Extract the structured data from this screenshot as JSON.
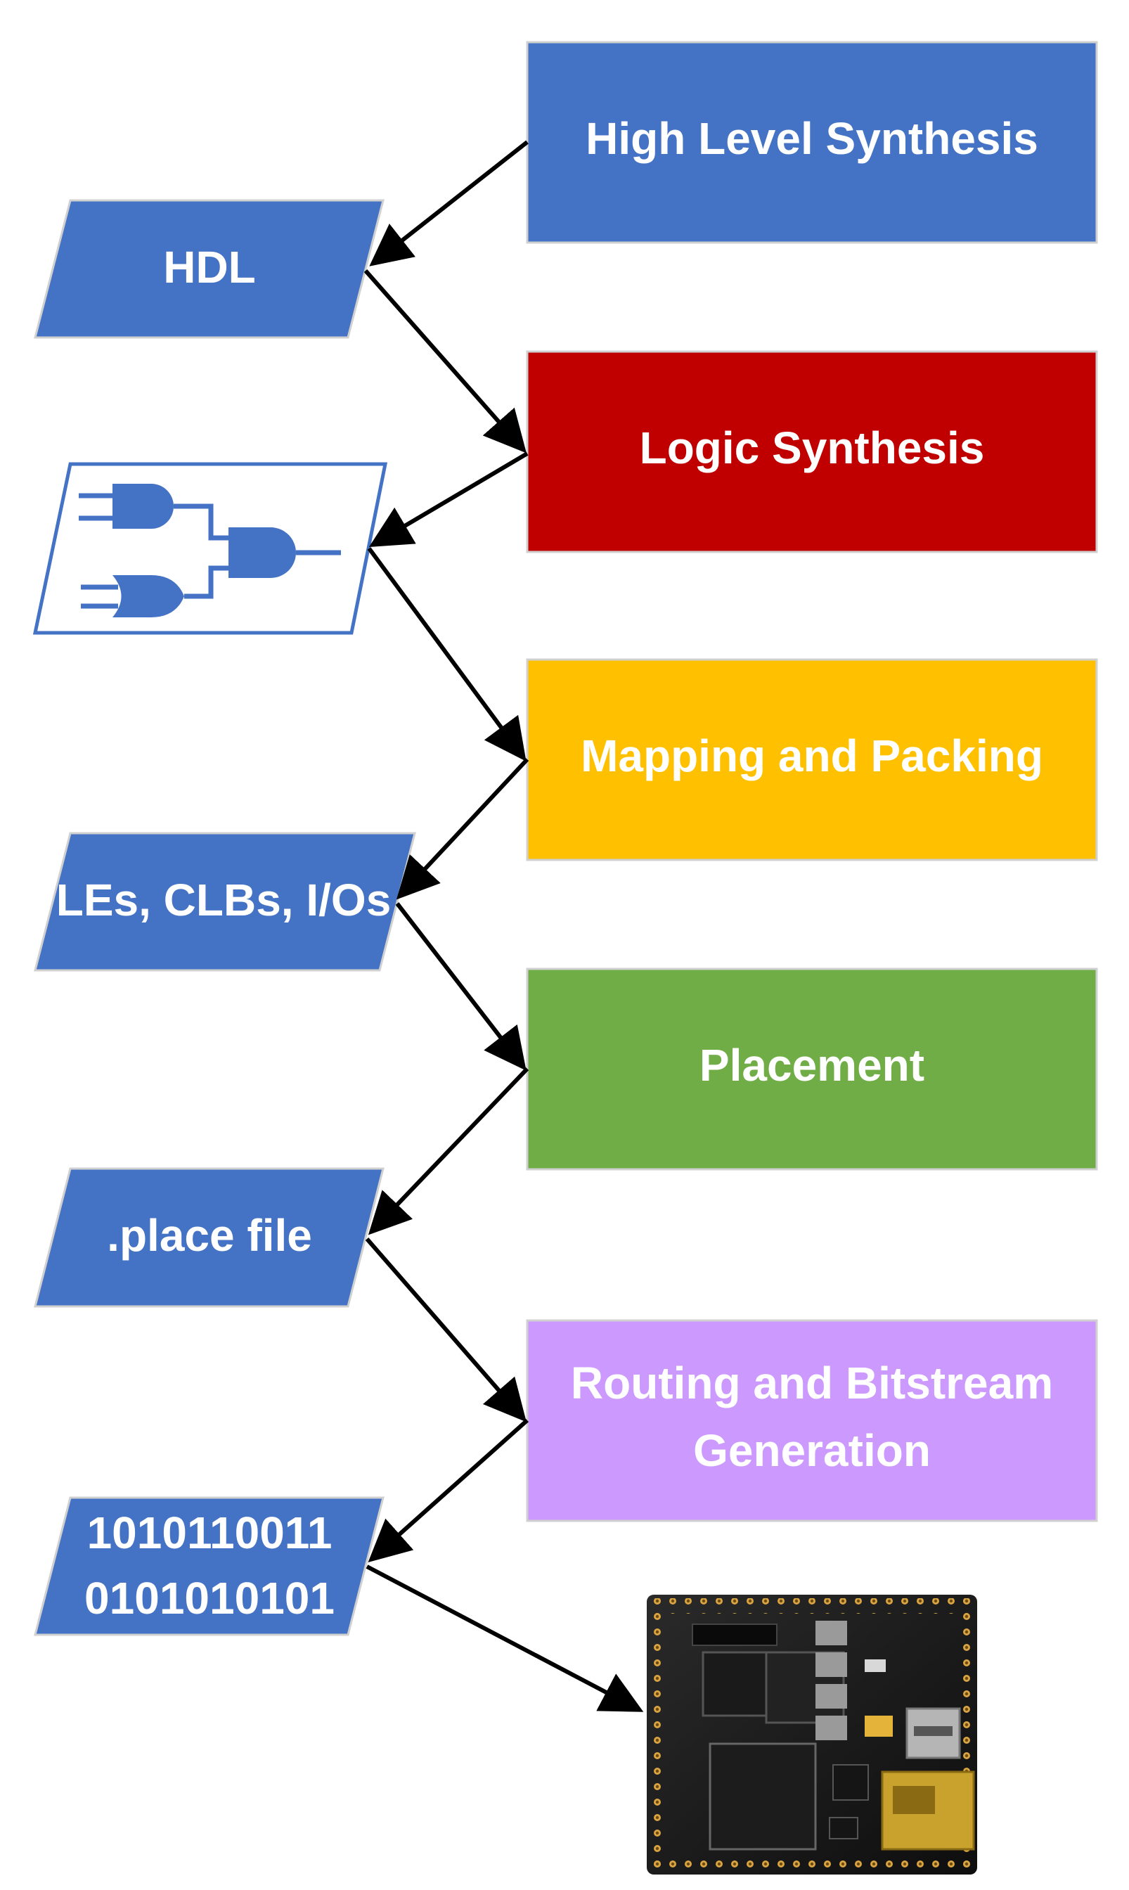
{
  "colors": {
    "hls": "#4472C4",
    "logic": "#C00000",
    "mapping": "#FFC000",
    "placement": "#70AD47",
    "routing": "#CC99FF",
    "data": "#4472C4",
    "arrow": "#000000",
    "text": "#ffffff"
  },
  "steps": {
    "hls": "High Level Synthesis",
    "logic": "Logic Synthesis",
    "mapping": "Mapping and Packing",
    "placement": "Placement",
    "routing_line1": "Routing and Bitstream",
    "routing_line2": "Generation"
  },
  "artifacts": {
    "hdl": "HDL",
    "netlist_icon": "logic-gates-icon",
    "les": "LEs, CLBs, I/Os",
    "place": ".place file",
    "bits_line1": "1010110011",
    "bits_line2": "0101010101",
    "board_icon": "fpga-board-icon"
  }
}
